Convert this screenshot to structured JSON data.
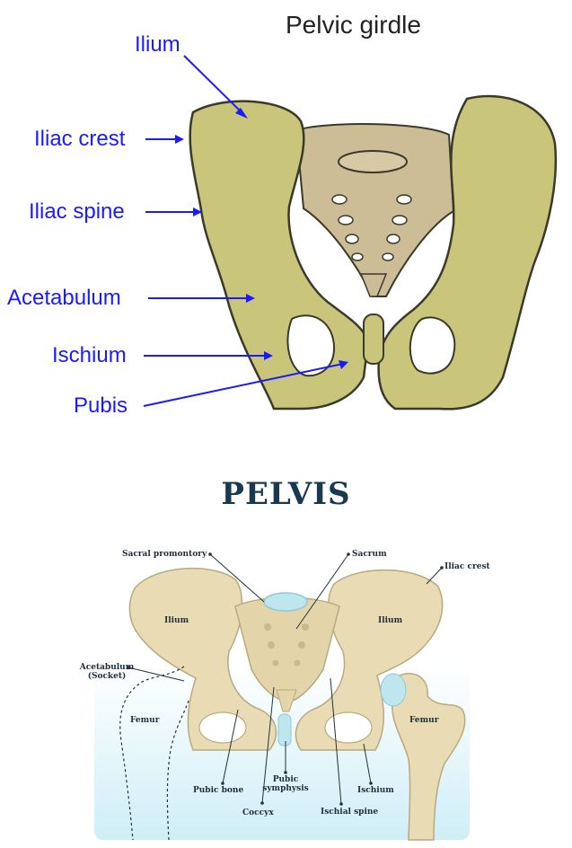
{
  "top_diagram": {
    "title": "Pelvic girdle",
    "labels": {
      "ilium": "Ilium",
      "iliac_crest": "Iliac crest",
      "iliac_spine": "Iliac spine",
      "acetabulum": "Acetabulum",
      "ischium": "Ischium",
      "pubis": "Pubis"
    },
    "colors": {
      "label": "#1a1aff",
      "bone": "#c9c57a",
      "sacrum": "#cdbd97"
    }
  },
  "bottom_diagram": {
    "title": "PELVIS",
    "labels": {
      "sacral_promontory": "Sacral promontory",
      "sacrum": "Sacrum",
      "iliac_crest": "Iliac crest",
      "ilium_left": "Ilium",
      "ilium_right": "Ilium",
      "acetabulum": "Acetabulum",
      "acetabulum_sub": "(Socket)",
      "femur_left": "Femur",
      "femur_right": "Femur",
      "pubic_bone": "Pubic bone",
      "pubic_symphysis_1": "Pubic",
      "pubic_symphysis_2": "symphysis",
      "ischium": "Ischium",
      "coccyx": "Coccyx",
      "ischial_spine": "Ischial spine"
    },
    "colors": {
      "title": "#18394f",
      "bone": "#e9dcb5",
      "cartilage": "#bfe6ef"
    }
  }
}
